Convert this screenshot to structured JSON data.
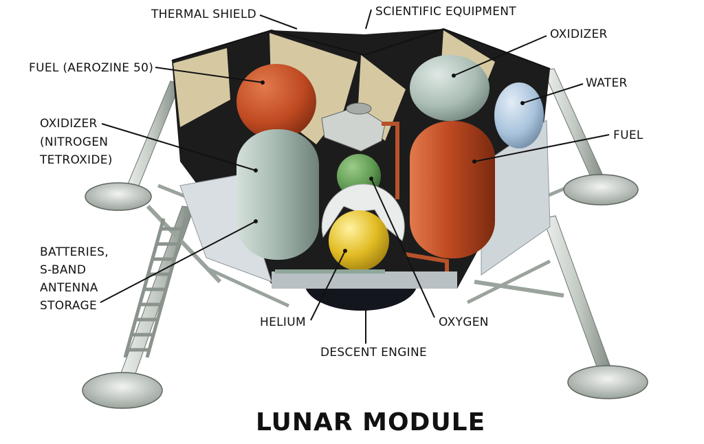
{
  "title": "LUNAR MODULE",
  "labels": {
    "thermal_shield": "THERMAL SHIELD",
    "scientific_equipment": "SCIENTIFIC EQUIPMENT",
    "oxidizer_top": "OXIDIZER",
    "fuel_aerozine": "FUEL (AEROZINE 50)",
    "water": "WATER",
    "oxidizer_left": [
      "OXIDIZER",
      "(NITROGEN",
      "TETROXIDE)"
    ],
    "fuel_right": "FUEL",
    "batteries": [
      "BATTERIES,",
      "S-BAND",
      "ANTENNA",
      "STORAGE"
    ],
    "helium": "HELIUM",
    "oxygen": "OXYGEN",
    "descent_engine": "DESCENT ENGINE"
  },
  "colors": {
    "oxidizer_tank": "#a9bcb4",
    "fuel_tank": "#c04a22",
    "water_tank": "#a9c3dc",
    "oxygen_sphere": "#5f9a52",
    "helium_sphere": "#e2bc24",
    "thermal_liner": "#d6c9a2",
    "compartment": "#1c1c1c",
    "frame": "#c9cfc9",
    "engine": "#14161e"
  }
}
